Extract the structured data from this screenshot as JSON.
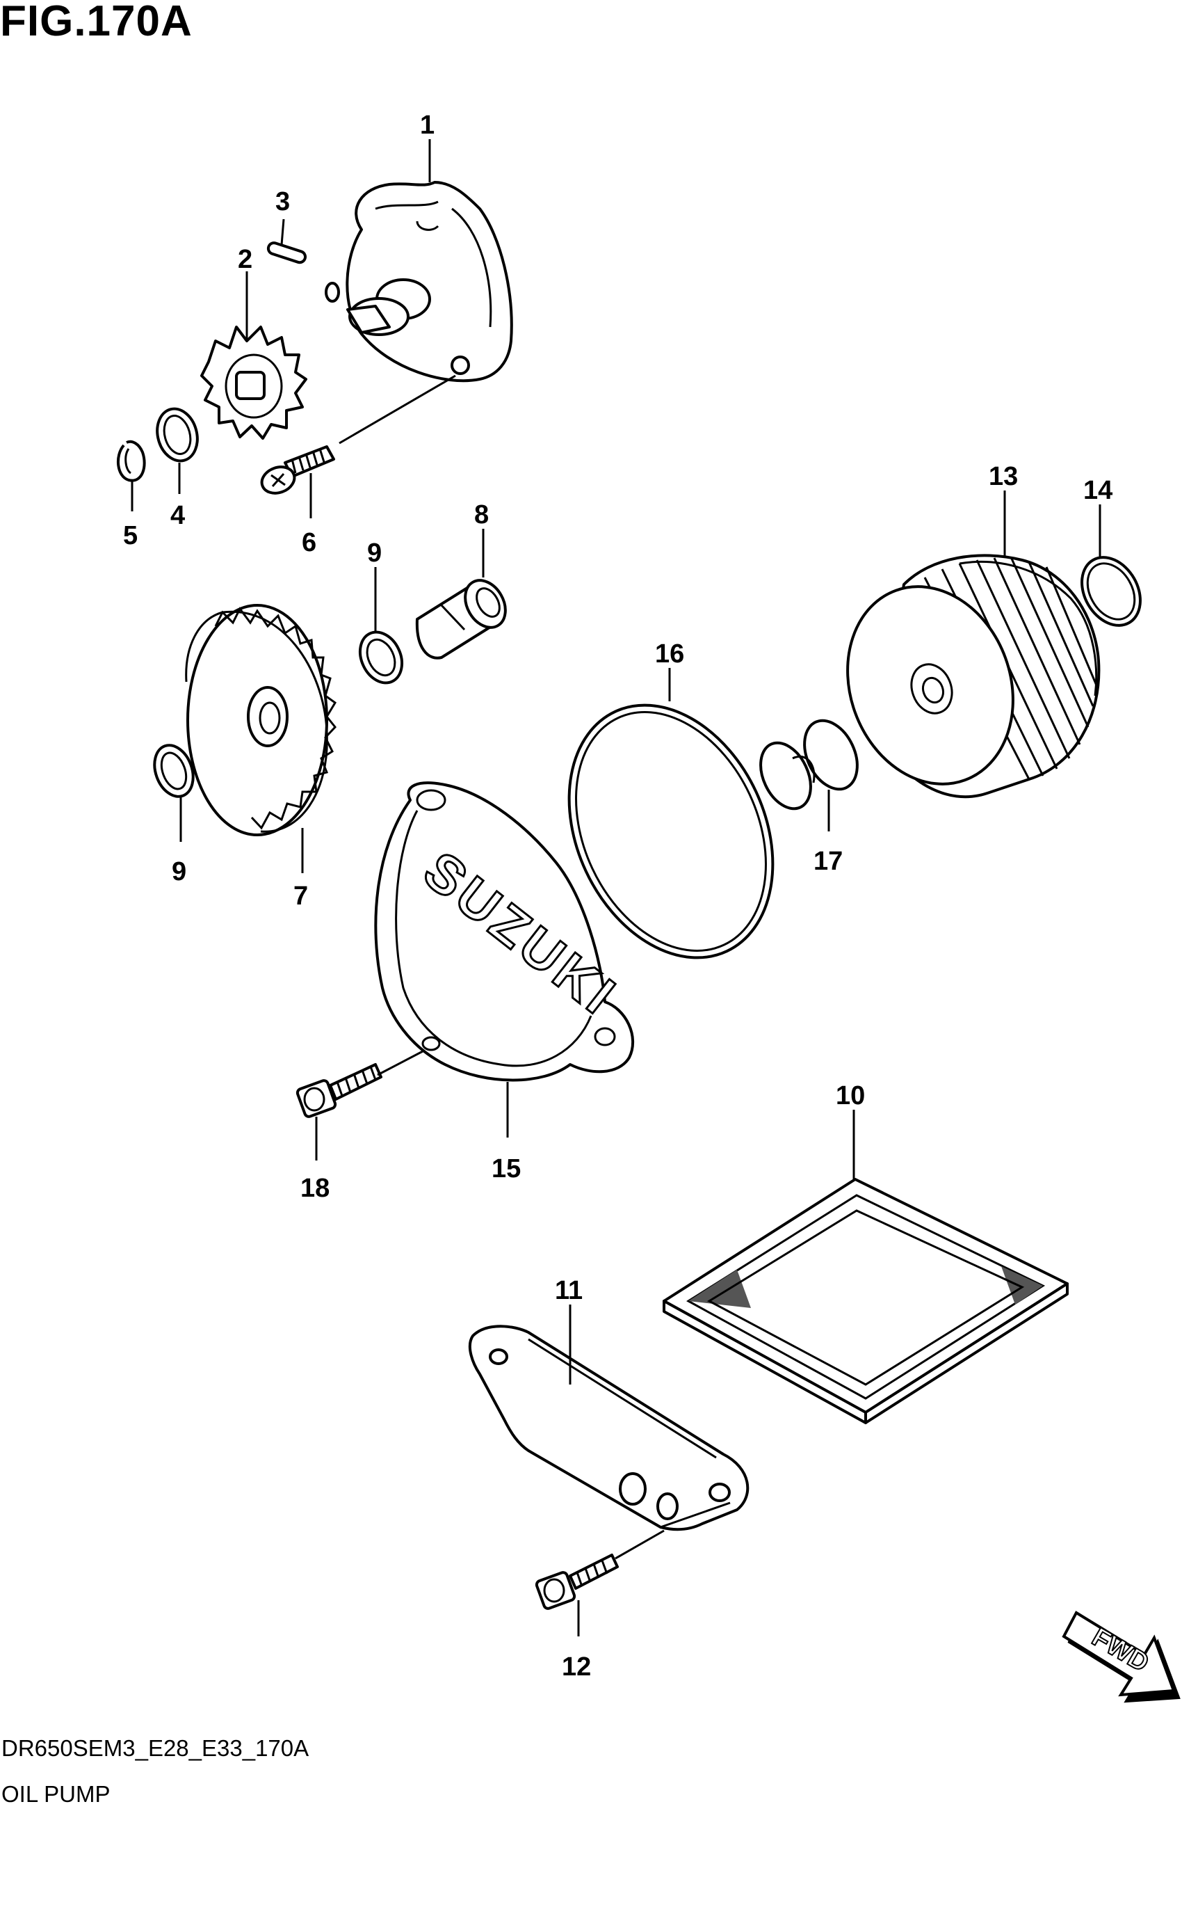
{
  "figure": {
    "title": "FIG.170A",
    "code": "DR650SEM3_E28_E33_170A",
    "name": "OIL PUMP"
  },
  "parts": [
    {
      "ref": "1"
    },
    {
      "ref": "2"
    },
    {
      "ref": "3"
    },
    {
      "ref": "4"
    },
    {
      "ref": "5"
    },
    {
      "ref": "6"
    },
    {
      "ref": "7"
    },
    {
      "ref": "8"
    },
    {
      "ref": "9"
    },
    {
      "ref": "9"
    },
    {
      "ref": "10"
    },
    {
      "ref": "11"
    },
    {
      "ref": "12"
    },
    {
      "ref": "13"
    },
    {
      "ref": "14"
    },
    {
      "ref": "15"
    },
    {
      "ref": "16"
    },
    {
      "ref": "17"
    },
    {
      "ref": "18"
    }
  ],
  "cover_logo": "SUZUKI",
  "direction_arrow": "FWD",
  "colors": {
    "ink": "#000000",
    "paper": "#ffffff"
  }
}
